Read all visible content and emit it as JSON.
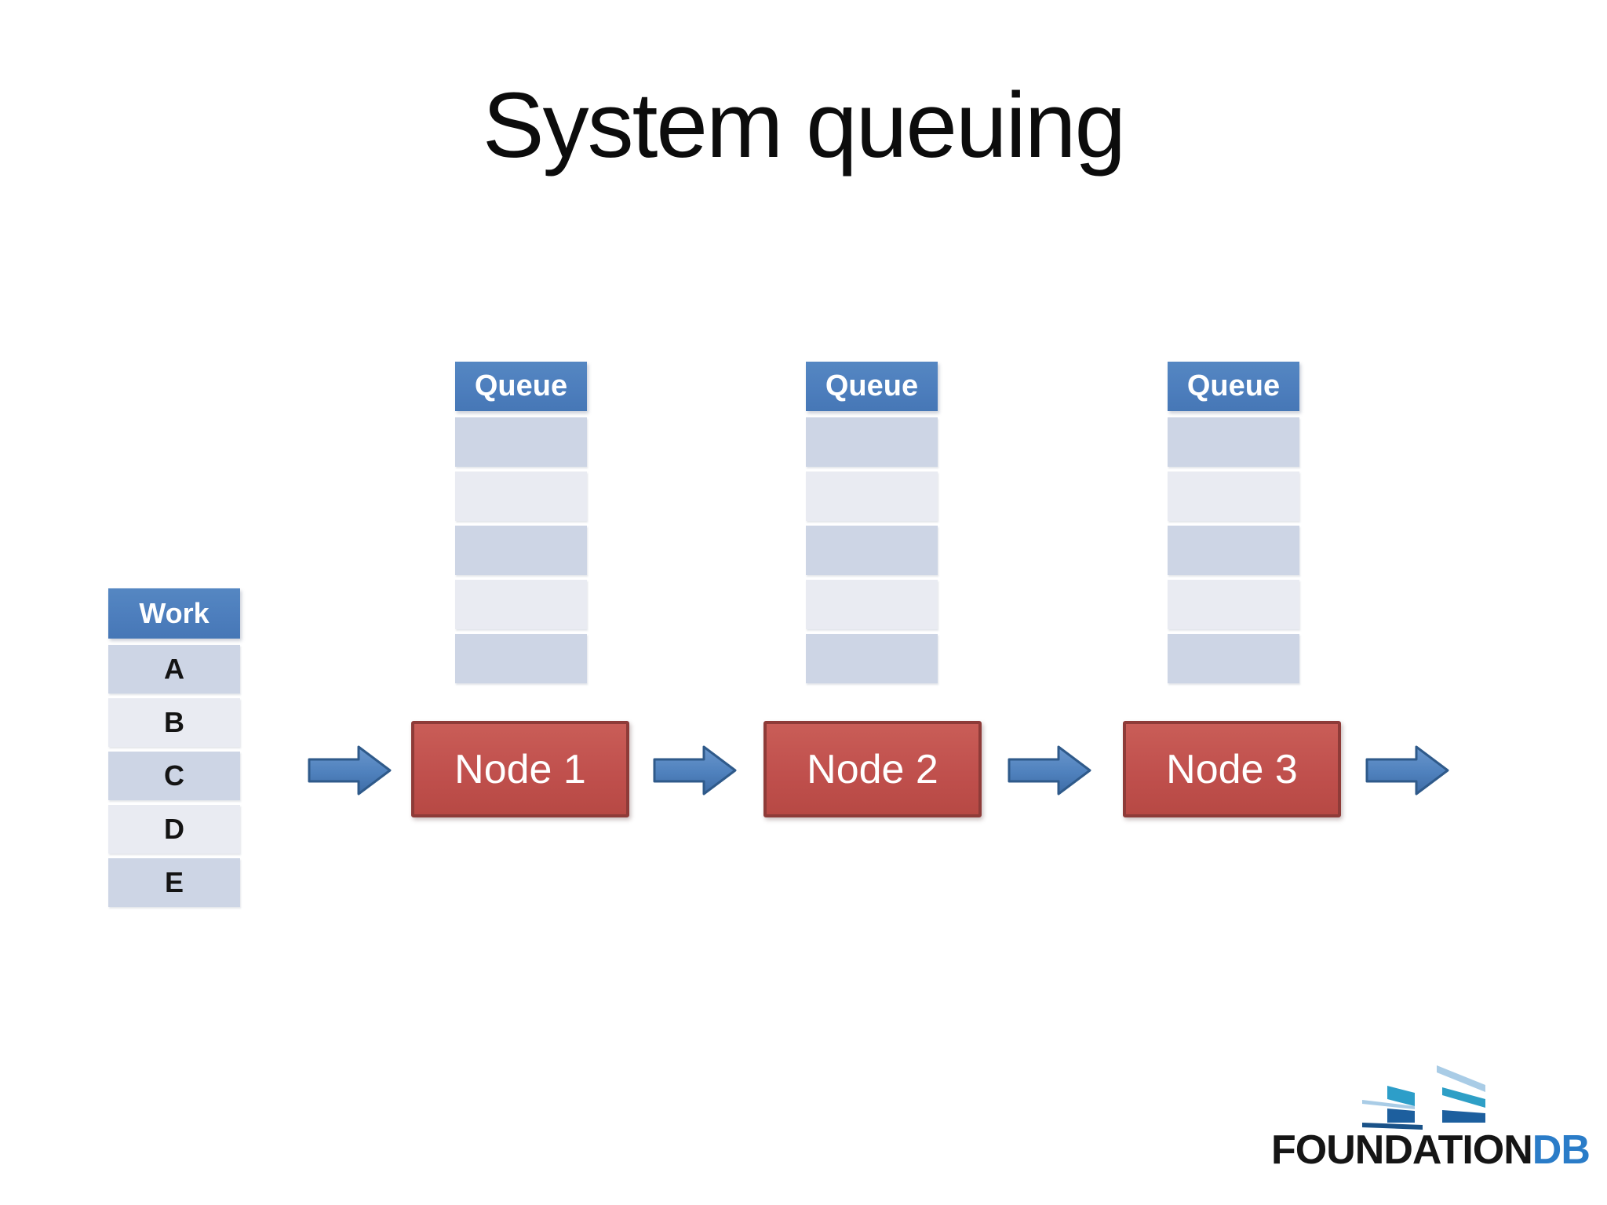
{
  "title": "System queuing",
  "work_table": {
    "header": "Work",
    "rows": [
      "A",
      "B",
      "C",
      "D",
      "E"
    ]
  },
  "queues": [
    {
      "header": "Queue",
      "empty_rows": 5
    },
    {
      "header": "Queue",
      "empty_rows": 5
    },
    {
      "header": "Queue",
      "empty_rows": 5
    }
  ],
  "nodes": [
    {
      "label": "Node 1"
    },
    {
      "label": "Node 2"
    },
    {
      "label": "Node 3"
    }
  ],
  "arrows": {
    "count": 4,
    "direction": "right"
  },
  "logo": {
    "brand": "FOUNDATION",
    "suffix": "DB"
  },
  "colors": {
    "background": "#ffffff",
    "table_header_blue": "#4d7ebd",
    "row_dark": "#cdd5e5",
    "row_light": "#e9ebf2",
    "node_red": "#c0504d",
    "node_border": "#8e3b38",
    "arrow_blue": "#4f81bd",
    "arrow_border": "#2f5a8a",
    "title_text": "#0c0c0c",
    "logo_blue": "#2a7cc8"
  }
}
